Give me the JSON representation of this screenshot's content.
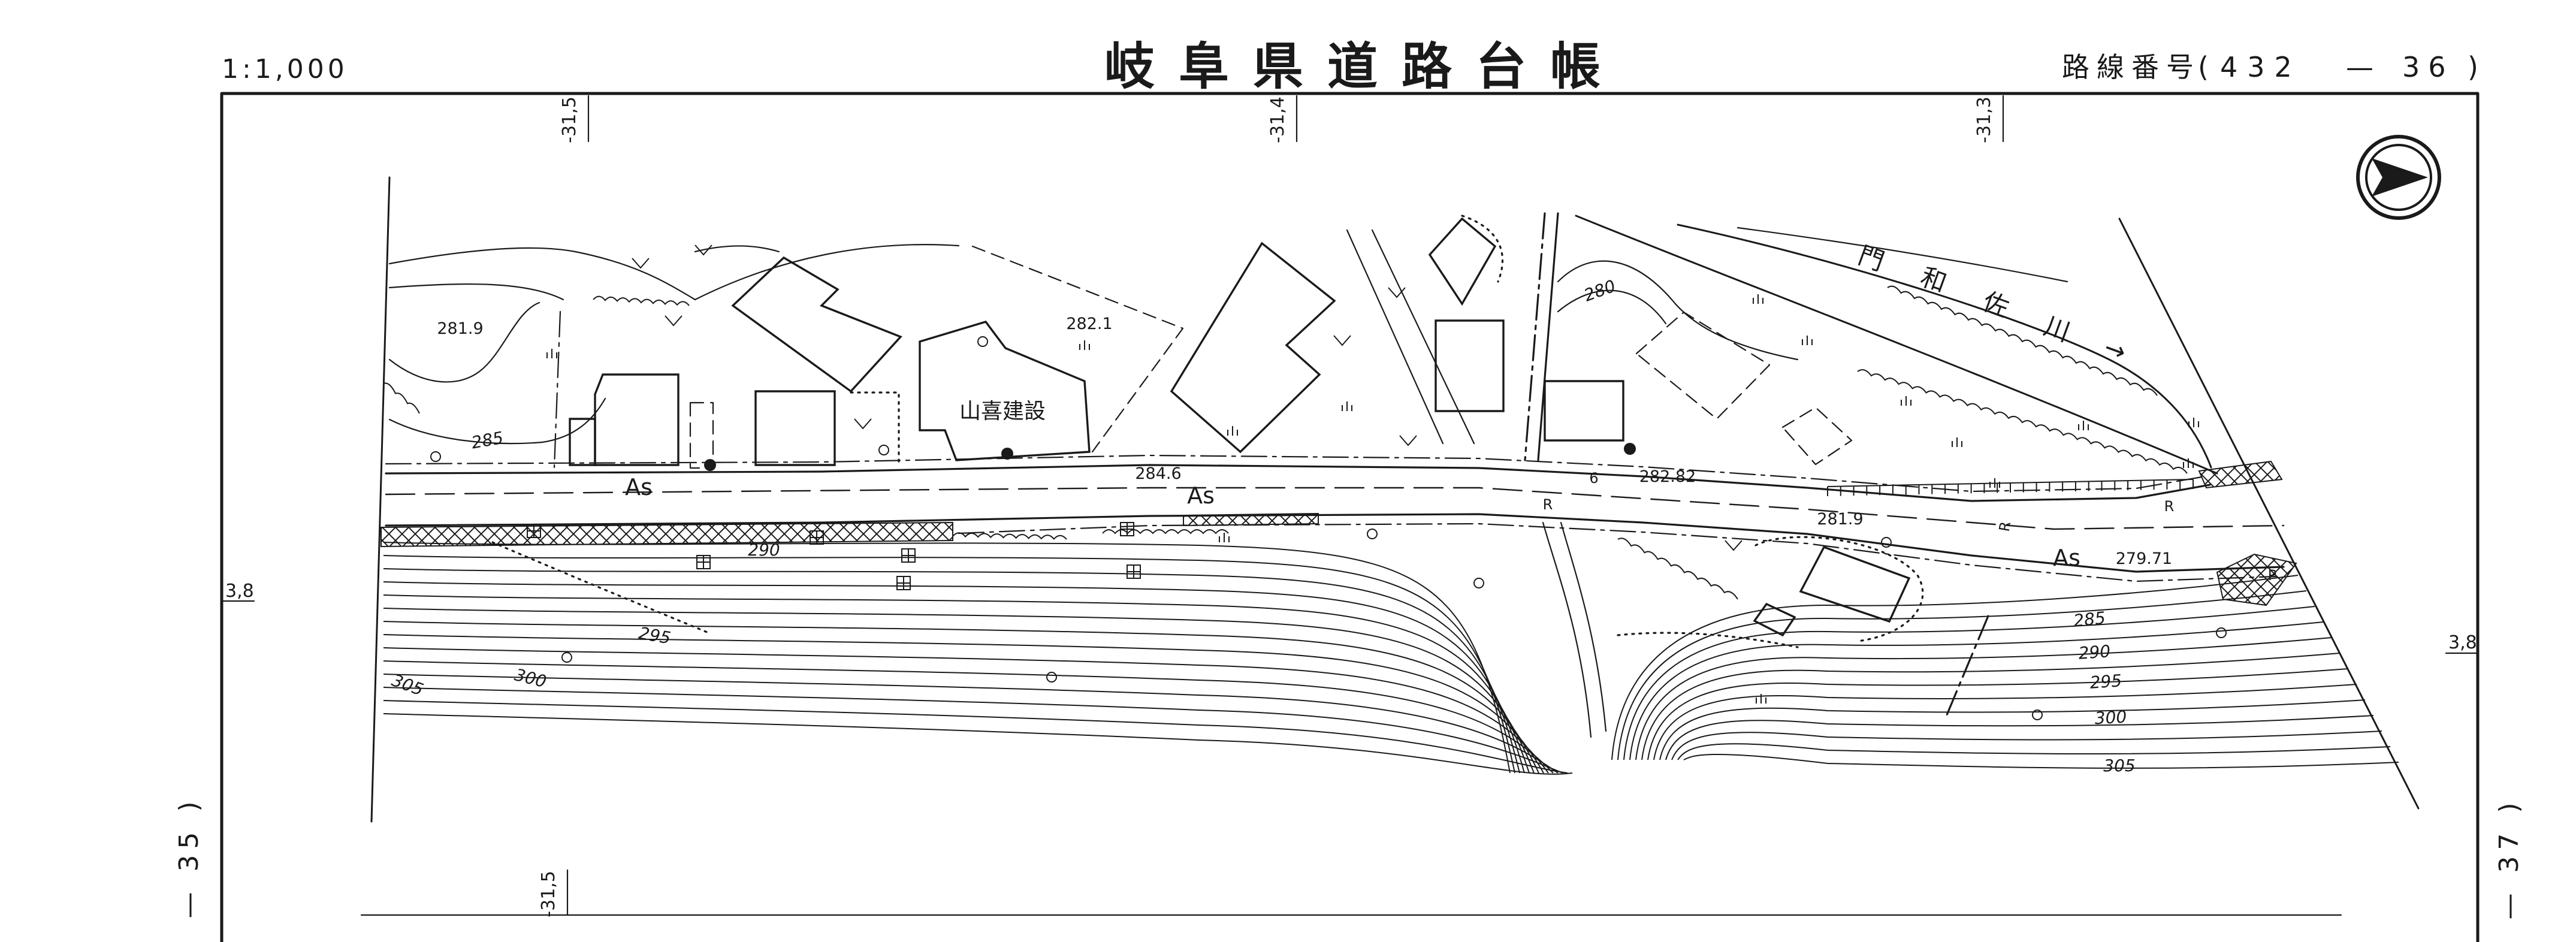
{
  "header": {
    "scale": "1:1,000",
    "title": "岐阜県道路台帳",
    "route_label": "路線番号",
    "route_open": "(",
    "route_number": "432",
    "route_dash": "—",
    "sheet_number": "36",
    "route_close": ")"
  },
  "grid": {
    "top_left": "-31,5",
    "top_center": "-31,4",
    "top_right": "-31,3",
    "bottom_left": "-31,5",
    "side_left": "3,8",
    "side_right": "3,8"
  },
  "adjacent_sheets": {
    "left": "— 35 )",
    "right": "— 37 )"
  },
  "map": {
    "pavement_labels": [
      "As",
      "As",
      "As"
    ],
    "elevation_points": [
      "281.9",
      "282.1",
      "284.6",
      "282.82",
      "281.9",
      "279.71"
    ],
    "contour_labels_left": [
      "285",
      "290",
      "295",
      "300",
      "305"
    ],
    "contour_labels_right": [
      "285",
      "290",
      "295",
      "300",
      "305"
    ],
    "contour_280": "280",
    "building_name": "山喜建設",
    "river_name_chars": [
      "門",
      "和",
      "佐",
      "川"
    ],
    "river_arrow": "→",
    "road_markers": [
      "R",
      "R",
      "R"
    ],
    "parking_mark": "P",
    "width_mark": "6"
  },
  "icons": {
    "north_arrow": "north-arrow-icon"
  },
  "colors": {
    "ink": "#1a1a1a",
    "paper": "#ffffff"
  }
}
